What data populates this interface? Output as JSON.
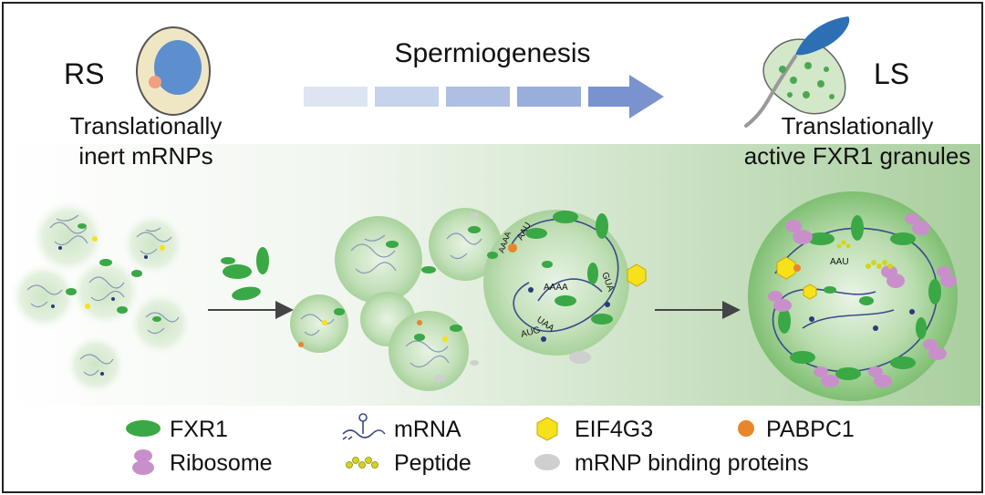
{
  "header": {
    "left_stage": "RS",
    "right_stage": "LS",
    "process": "Spermiogenesis",
    "left_caption_line1": "Translationally",
    "left_caption_line2": "inert mRNPs",
    "right_caption_line1": "Translationally",
    "right_caption_line2": "active FXR1 granules"
  },
  "diagram_labels": {
    "aau_a": "AAU",
    "aaaa_a": "AAAA",
    "gua": "GUA",
    "aaaa_b": "AAAA",
    "uaa": "UAA",
    "aug": "AUG",
    "aau_b": "AAU"
  },
  "legend": [
    {
      "label": "FXR1",
      "icon": "fxr1-icon"
    },
    {
      "label": "mRNA",
      "icon": "mrna-icon"
    },
    {
      "label": "EIF4G3",
      "icon": "eif4g3-icon"
    },
    {
      "label": "PABPC1",
      "icon": "pabpc1-icon"
    },
    {
      "label": "Ribosome",
      "icon": "ribosome-icon"
    },
    {
      "label": "Peptide",
      "icon": "peptide-icon"
    },
    {
      "label": "mRNP binding proteins",
      "icon": "mrnp-binding-icon"
    }
  ],
  "colors": {
    "fxr1": "#3aa845",
    "ribosome": "#c98fcb",
    "eif4g3": "#f7e11a",
    "pabpc1": "#e8862a",
    "mrna": "#3a4a8a",
    "mrnp": "#cfcfcf",
    "arrow": "#7a93cf"
  }
}
